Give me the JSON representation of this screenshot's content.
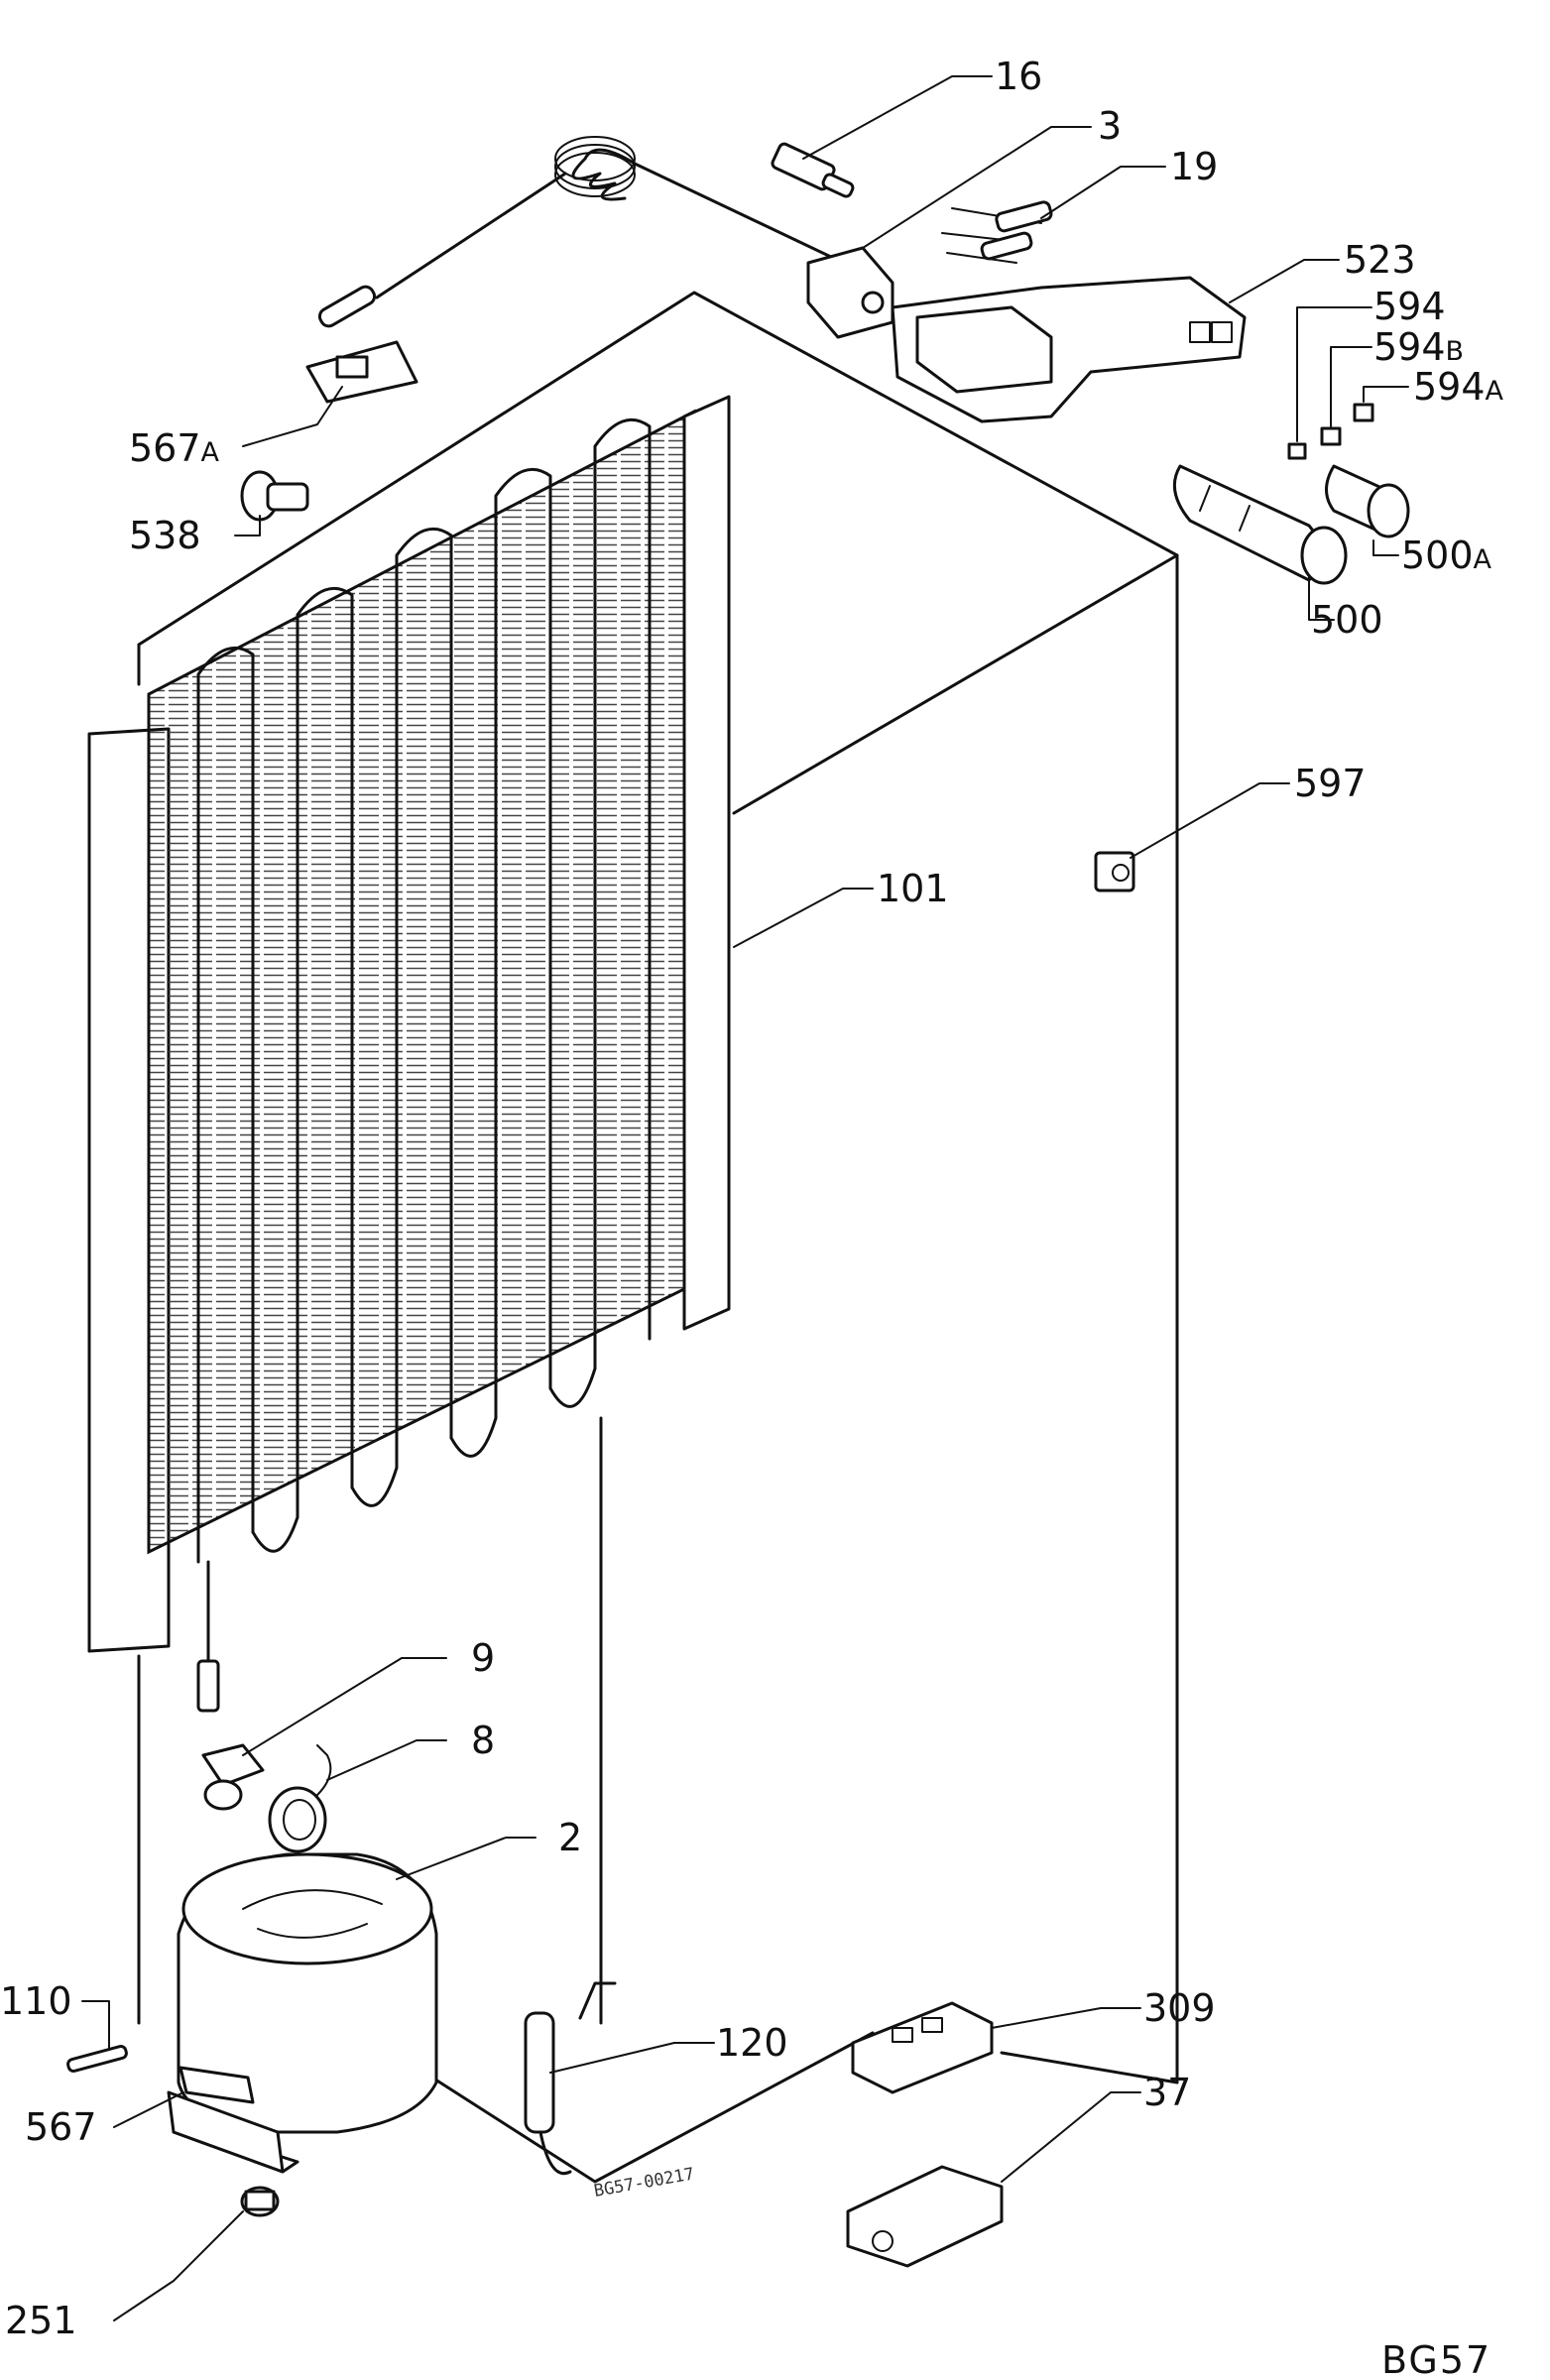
{
  "diagram": {
    "drawing_code": "BG57",
    "stamp": "BG57-00217",
    "labels": {
      "p16": "16",
      "p3": "3",
      "p19": "19",
      "p523": "523",
      "p594": "594",
      "p594b": "594",
      "p594b_suffix": "B",
      "p594a": "594",
      "p594a_suffix": "A",
      "p567a": "567",
      "p567a_suffix": "A",
      "p538": "538",
      "p500a": "500",
      "p500a_suffix": "A",
      "p500": "500",
      "p597": "597",
      "p101": "101",
      "p9": "9",
      "p8": "8",
      "p2": "2",
      "p110": "110",
      "p120": "120",
      "p309": "309",
      "p567": "567",
      "p37": "37",
      "p251": "251"
    }
  }
}
